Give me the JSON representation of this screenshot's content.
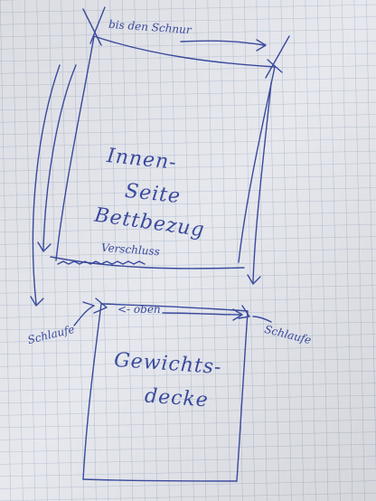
{
  "colors": {
    "paper": "#e6e8ee",
    "grid": "#a9b3c6",
    "ink": "#3a4a9c"
  },
  "notes": {
    "top_label": "bis den Schnur",
    "inner_line1": "Innen-",
    "inner_line2": "Seite",
    "inner_line3": "Bettbezug",
    "closure": "Verschluss",
    "top_label_lower": "<- oben",
    "loop_left": "Schlaufe",
    "loop_right": "Schlaufe",
    "weight_line1": "Gewichts-",
    "weight_line2": "decke"
  }
}
